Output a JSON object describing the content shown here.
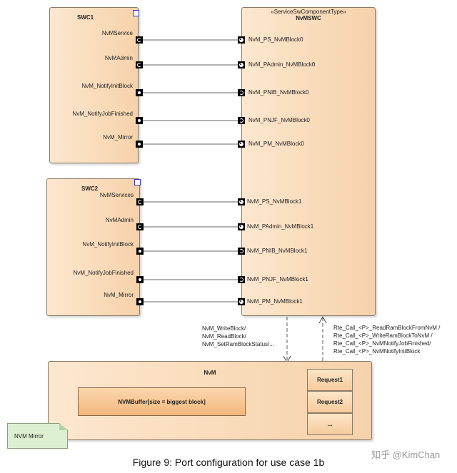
{
  "swc1": {
    "title": "SWC1",
    "ports": [
      {
        "label": "NvMService",
        "symbol": "cl"
      },
      {
        "label": "NvMAdmin",
        "symbol": "cl"
      },
      {
        "label": "NvM_NotifyInitBlock",
        "symbol": "dot"
      },
      {
        "label": "NvM_NotifyJobFinished",
        "symbol": "dot"
      },
      {
        "label": "NvM_Mirror",
        "symbol": "dot"
      }
    ]
  },
  "swc2": {
    "title": "SWC2",
    "ports": [
      {
        "label": "NvMServices",
        "symbol": "cl"
      },
      {
        "label": "NvMAdmin",
        "symbol": "cl"
      },
      {
        "label": "NvM_NotifyInitBlock",
        "symbol": "dot"
      },
      {
        "label": "NvM_NotifyJobFinished",
        "symbol": "dot"
      },
      {
        "label": "NvM_Mirror",
        "symbol": "dot"
      }
    ]
  },
  "nvmswc": {
    "stereotype": "«ServiceSwComponentType»",
    "title": "NvMSWC",
    "ports_block0": [
      {
        "label": "NvM_PS_NvMBlock0",
        "symbol": "ring"
      },
      {
        "label": "NvM_PAdmin_NvMBlock0",
        "symbol": "ring"
      },
      {
        "label": "NvM_PNIB_NvMBlock0",
        "symbol": "cr"
      },
      {
        "label": "NvM_PNJF_NvMBlock0",
        "symbol": "cr"
      },
      {
        "label": "NvM_PM_NvMBlock0",
        "symbol": "ring"
      }
    ],
    "ports_block1": [
      {
        "label": "NvM_PS_NvMBlock1",
        "symbol": "ring"
      },
      {
        "label": "NvM_PAdmin_NvMBlock1",
        "symbol": "ring"
      },
      {
        "label": "NvM_PNIB_NvMBlock1",
        "symbol": "cr"
      },
      {
        "label": "NvM_PNJF_NvMBlock1",
        "symbol": "cr"
      },
      {
        "label": "NvM_PM_NvMBlock1",
        "symbol": "ring"
      }
    ]
  },
  "calls_down": [
    "NvM_WriteBlock/",
    "NvM_ReadBlock/",
    "NvM_SetRamBlockStatus/..."
  ],
  "calls_up": [
    "Rte_Call_<P>_ReadRamBlockFromNvM /",
    "Rte_Call_<P>_WriteRamBlockToNvM /",
    "Rte_Call_<P>_NvMNotifyJobFinished/",
    "Rte_Call_<P>_NvMNotifyInitBlock"
  ],
  "nvm": {
    "title": "NvM",
    "buffer": "NVMBuffer[size = biggest block]",
    "requests": [
      "Request1",
      "Request2",
      "..."
    ]
  },
  "note": "NVM Mirror",
  "caption": "Figure 9: Port configuration for use case 1b",
  "watermark": "知乎 @KimChan"
}
